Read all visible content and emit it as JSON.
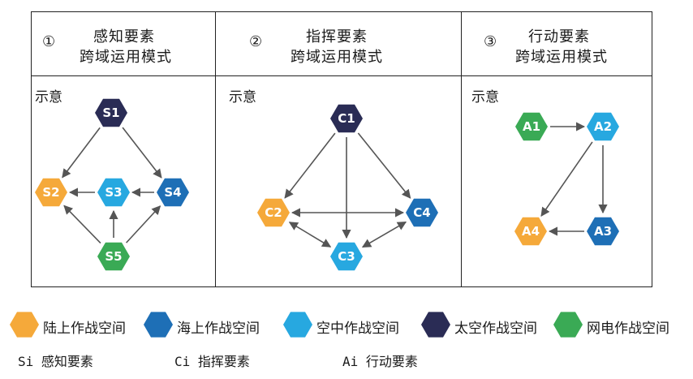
{
  "columns": [
    {
      "num": "①",
      "title_line1": "感知要素",
      "title_line2": "跨域运用模式",
      "sub_label": "示意"
    },
    {
      "num": "②",
      "title_line1": "指挥要素",
      "title_line2": "跨域运用模式",
      "sub_label": "示意"
    },
    {
      "num": "③",
      "title_line1": "行动要素",
      "title_line2": "跨域运用模式",
      "sub_label": "示意"
    }
  ],
  "colors": {
    "land": "#f5a93a",
    "sea": "#1e6fb6",
    "air": "#27a8e0",
    "space": "#2a2c55",
    "cyber": "#3aaa55",
    "edge": "#555555"
  },
  "nodes": [
    {
      "id": "S1",
      "label": "S1",
      "domain": "space"
    },
    {
      "id": "S2",
      "label": "S2",
      "domain": "land"
    },
    {
      "id": "S3",
      "label": "S3",
      "domain": "air"
    },
    {
      "id": "S4",
      "label": "S4",
      "domain": "sea"
    },
    {
      "id": "S5",
      "label": "S5",
      "domain": "cyber"
    },
    {
      "id": "C1",
      "label": "C1",
      "domain": "space"
    },
    {
      "id": "C2",
      "label": "C2",
      "domain": "land"
    },
    {
      "id": "C3",
      "label": "C3",
      "domain": "air"
    },
    {
      "id": "C4",
      "label": "C4",
      "domain": "sea"
    },
    {
      "id": "A1",
      "label": "A1",
      "domain": "cyber"
    },
    {
      "id": "A2",
      "label": "A2",
      "domain": "air"
    },
    {
      "id": "A3",
      "label": "A3",
      "domain": "sea"
    },
    {
      "id": "A4",
      "label": "A4",
      "domain": "land"
    }
  ],
  "edges": [
    {
      "from": "S1",
      "to": "S2",
      "bidirectional": false
    },
    {
      "from": "S1",
      "to": "S4",
      "bidirectional": false
    },
    {
      "from": "S4",
      "to": "S3",
      "bidirectional": false
    },
    {
      "from": "S3",
      "to": "S2",
      "bidirectional": false
    },
    {
      "from": "S5",
      "to": "S2",
      "bidirectional": false
    },
    {
      "from": "S5",
      "to": "S3",
      "bidirectional": false
    },
    {
      "from": "S5",
      "to": "S4",
      "bidirectional": false
    },
    {
      "from": "C1",
      "to": "C2",
      "bidirectional": false
    },
    {
      "from": "C1",
      "to": "C3",
      "bidirectional": false
    },
    {
      "from": "C1",
      "to": "C4",
      "bidirectional": false
    },
    {
      "from": "C2",
      "to": "C4",
      "bidirectional": true
    },
    {
      "from": "C2",
      "to": "C3",
      "bidirectional": true
    },
    {
      "from": "C3",
      "to": "C4",
      "bidirectional": true
    },
    {
      "from": "A1",
      "to": "A2",
      "bidirectional": false
    },
    {
      "from": "A2",
      "to": "A3",
      "bidirectional": false
    },
    {
      "from": "A2",
      "to": "A4",
      "bidirectional": false
    },
    {
      "from": "A3",
      "to": "A4",
      "bidirectional": false
    }
  ],
  "legend": [
    {
      "domain": "land",
      "label": "陆上作战空间"
    },
    {
      "domain": "sea",
      "label": "海上作战空间"
    },
    {
      "domain": "air",
      "label": "空中作战空间"
    },
    {
      "domain": "space",
      "label": "太空作战空间"
    },
    {
      "domain": "cyber",
      "label": "网电作战空间"
    }
  ],
  "keys": [
    {
      "symbol": "Si",
      "label": "感知要素"
    },
    {
      "symbol": "Ci",
      "label": "指挥要素"
    },
    {
      "symbol": "Ai",
      "label": "行动要素"
    }
  ]
}
